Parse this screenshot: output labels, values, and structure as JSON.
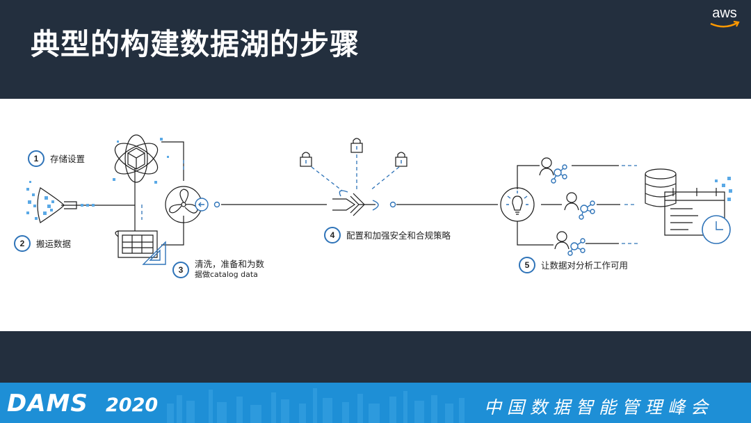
{
  "slide": {
    "title": "典型的构建数据湖的步骤",
    "logo_text": "aws"
  },
  "steps": [
    {
      "number": "1",
      "label": "存储设置"
    },
    {
      "number": "2",
      "label": "搬运数据"
    },
    {
      "number": "3",
      "label_line1": "清洗，准备和为数",
      "label_line2": "据做catalog data"
    },
    {
      "number": "4",
      "label": "配置和加强安全和合规策略"
    },
    {
      "number": "5",
      "label": "让数据对分析工作可用"
    }
  ],
  "icons": [
    "funnel-icon",
    "atom-cube-icon",
    "blueprint-icon",
    "fan-icon",
    "lock-icon",
    "merge-arrows-icon",
    "lightbulb-icon",
    "user-network-icon",
    "database-icon",
    "calendar-clock-icon"
  ],
  "banner": {
    "logo": "DAMS",
    "year": "2020",
    "subtitle": "中国数据智能管理峰会"
  },
  "colors": {
    "dark_navy": "#232f3e",
    "accent_blue": "#2e73b8",
    "light_blue": "#5aa9e6",
    "banner_blue": "#1e8fd6",
    "aws_orange": "#ff9900"
  }
}
